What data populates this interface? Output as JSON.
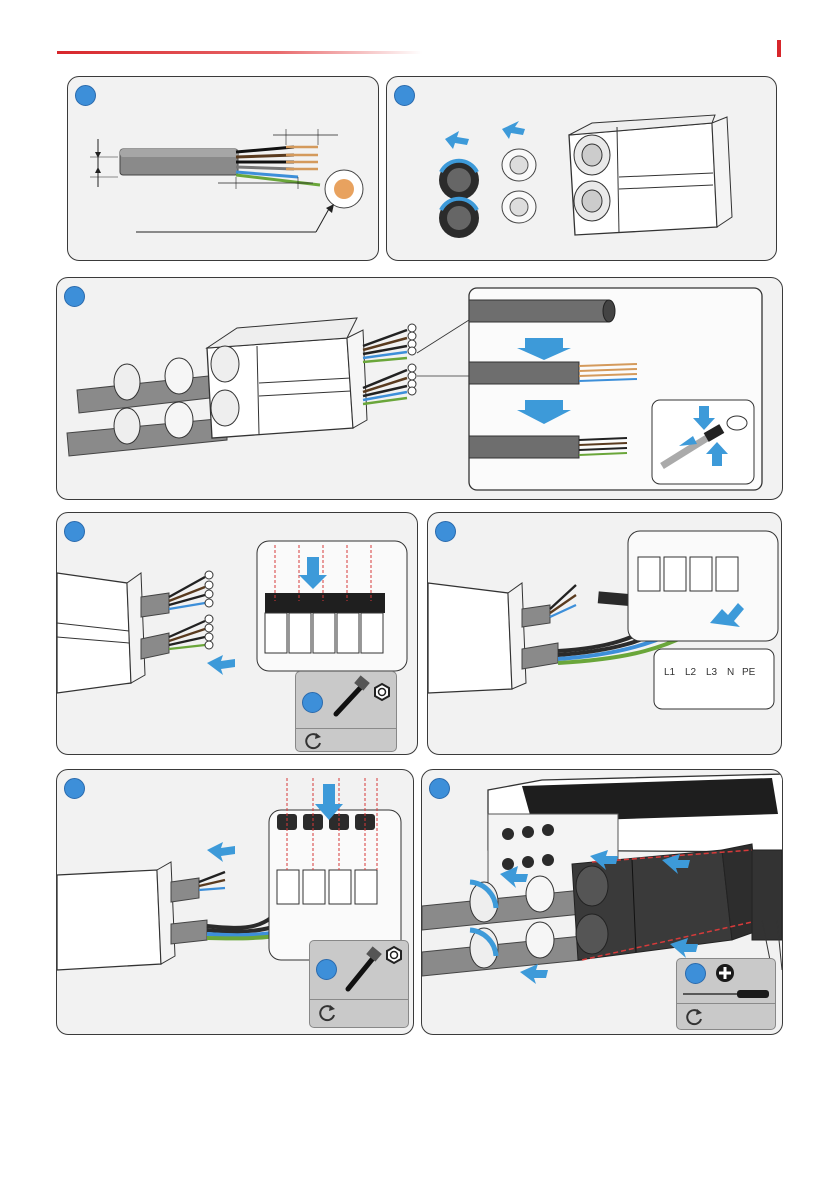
{
  "header": {
    "accent_color": "#d7262b"
  },
  "colors": {
    "panel_bg": "#f2f2f2",
    "badge": "#3d8fd9",
    "arrow": "#3d9ad9",
    "cable": "#6e6e6e"
  },
  "icons": [
    "hex-nut-icon",
    "socket-wrench-icon",
    "rotate-clockwise-icon",
    "screwdriver-icon",
    "phillips-screw-icon"
  ],
  "step5": {
    "terminal_labels": [
      "L1",
      "L2",
      "L3",
      "N",
      "PE"
    ]
  }
}
